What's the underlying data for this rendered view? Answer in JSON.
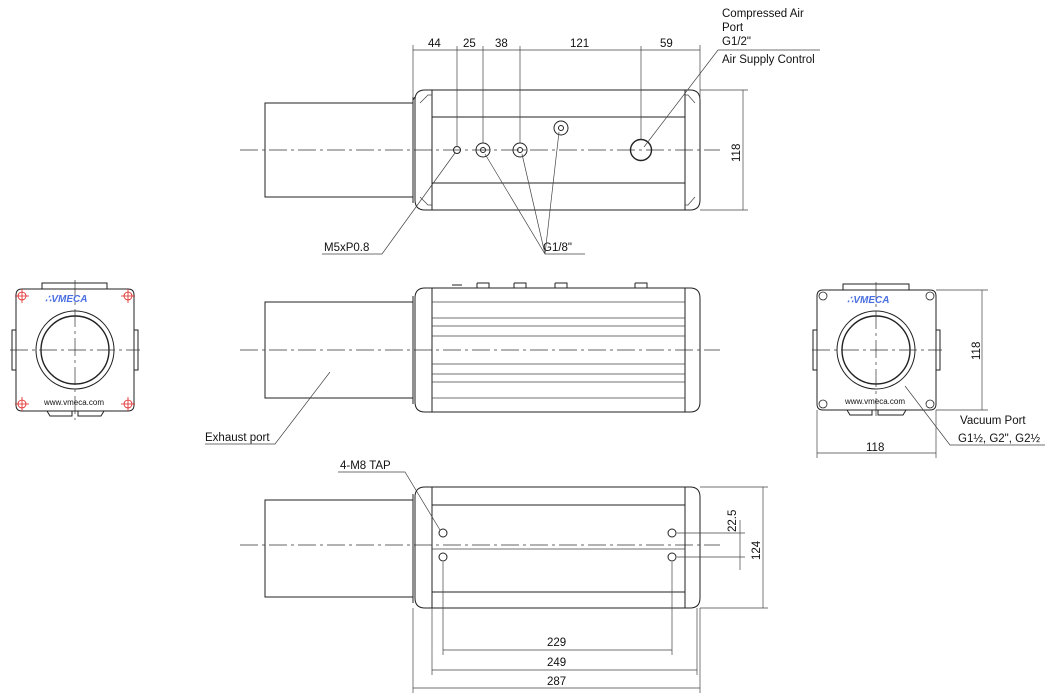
{
  "title": "Vacuum pump dimensional drawing",
  "labels": {
    "compressed_air_1": "Compressed Air",
    "compressed_air_2": "Port",
    "compressed_air_3": "G1/2\"",
    "air_supply": "Air Supply Control",
    "m5": "M5xP0.8",
    "g18": "G1/8\"",
    "exhaust": "Exhaust port",
    "tap": "4-M8 TAP",
    "vacuum_1": "Vacuum Port",
    "vacuum_2": "G1½, G2\", G2½"
  },
  "dimensions": {
    "top": [
      "44",
      "25",
      "38",
      "121",
      "59"
    ],
    "top_height": "118",
    "end_height": "118",
    "end_width": "118",
    "bottom_offset": "22.5",
    "bottom_height": "124",
    "length_229": "229",
    "length_249": "249",
    "length_287": "287"
  },
  "logo": {
    "brand": "VMECA",
    "url": "www.vmeca.com"
  },
  "colors": {
    "logo": "#4a6fe0",
    "mount_marks": "#e02020"
  }
}
